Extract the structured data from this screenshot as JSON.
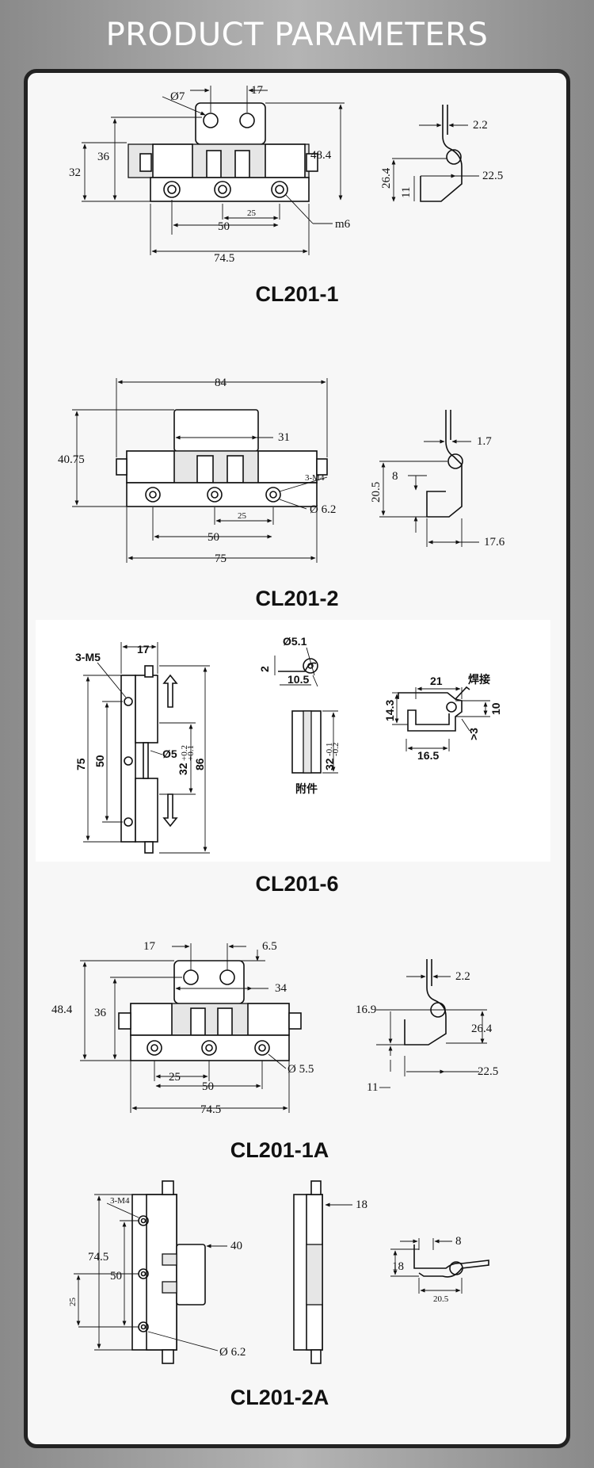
{
  "header": {
    "title": "PRODUCT PARAMETERS"
  },
  "sections": [
    {
      "model": "CL201-1",
      "dims": {
        "phi7": "Ø7",
        "d17": "17",
        "d2_2": "2.2",
        "d36": "36",
        "d32": "32",
        "d48_4": "48.4",
        "d26_4": "26.4",
        "d11": "11",
        "d22_5": "22.5",
        "d25": "25",
        "d50": "50",
        "m6": "m6",
        "d74_5": "74.5"
      }
    },
    {
      "model": "CL201-2",
      "dims": {
        "d84": "84",
        "d1_7": "1.7",
        "d31": "31",
        "d40_75": "40.75",
        "d8": "8",
        "d20_5": "20.5",
        "m4": "3-M4",
        "phi6_2": "Ø 6.2",
        "d25": "25",
        "d50": "50",
        "d75": "75",
        "d17_6": "17.6"
      }
    },
    {
      "model": "CL201-6",
      "dims": {
        "d17": "17",
        "m5": "3-M5",
        "phi5_1": "Ø5.1",
        "d2": "2",
        "d10_5": "10.5",
        "d21": "21",
        "weld": "焊接",
        "d75": "75",
        "d50": "50",
        "phi5": "Ø5",
        "tol1": "+0.2",
        "tol1b": "+0.1",
        "d32a": "32",
        "d86": "86",
        "d14_3": "14.3",
        "d10": "10",
        "d3": ">3",
        "d16_5": "16.5",
        "d32b": "32",
        "tol2": "-0.1",
        "tol2b": "-0.2",
        "accessory": "附件"
      }
    },
    {
      "model": "CL201-1A",
      "dims": {
        "d17": "17",
        "d6_5": "6.5",
        "d2_2": "2.2",
        "d34": "34",
        "d48_4": "48.4",
        "d36": "36",
        "d16_9": "16.9",
        "d26_4": "26.4",
        "d25": "25",
        "d50": "50",
        "phi5_5": "Ø 5.5",
        "d74_5": "74.5",
        "d11": "11",
        "d22_5": "22.5"
      }
    },
    {
      "model": "CL201-2A",
      "dims": {
        "m4": "3-M4",
        "d18a": "18",
        "d8": "8",
        "d40": "40",
        "d74_5": "74.5",
        "d50": "50",
        "d25": "25",
        "d18b": "18",
        "d20_5": "20.5",
        "phi6_2": "Ø 6.2"
      }
    }
  ]
}
